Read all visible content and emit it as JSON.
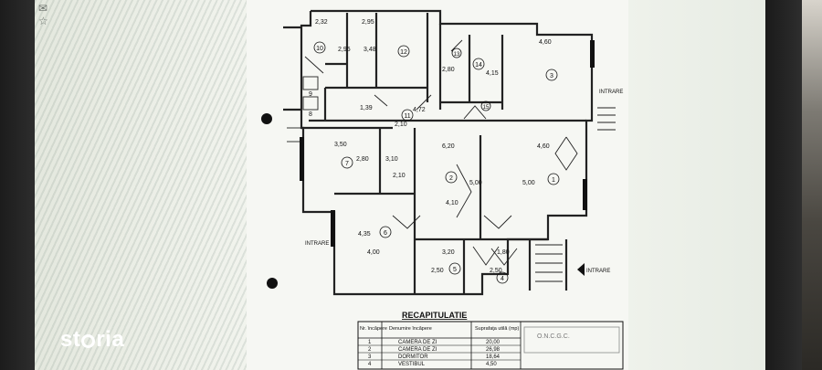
{
  "app": {
    "logo_text": "storia",
    "toolbar_icons": [
      "mail-icon",
      "star-icon"
    ]
  },
  "plan": {
    "dims": [
      "2,32",
      "2,95",
      "2,95",
      "3,48",
      "4,15",
      "4,60",
      "3,50",
      "2,80",
      "2,10",
      "3,10",
      "2,80",
      "6,20",
      "4,60",
      "5,00",
      "5,00",
      "4,10",
      "4,35",
      "4,00",
      "3,20",
      "2,50",
      "2,50",
      "1,80",
      "1,39",
      "4,72",
      "2,10"
    ],
    "room_numbers": [
      "10",
      "12",
      "13",
      "14",
      "3",
      "9",
      "8",
      "11",
      "15",
      "7",
      "2",
      "1",
      "6",
      "5",
      "4"
    ],
    "labels": {
      "intrare_left": "INTRARE",
      "intrare_right": "INTRARE",
      "intrare_top": "INTRARE"
    }
  },
  "recap": {
    "title": "RECAPITULATIE",
    "headers": [
      "Nr. încăpere",
      "Denumire încăpere",
      "Suprafaţa utilă (mp)"
    ],
    "rows": [
      [
        "1",
        "CAMERA DE ZI",
        "20,00"
      ],
      [
        "2",
        "CAMERA DE ZI",
        "26,98"
      ],
      [
        "3",
        "DORMITOR",
        "18,64"
      ],
      [
        "4",
        "VESTIBUL",
        "4,50"
      ]
    ],
    "stamp": "O.N.C.G.C."
  }
}
